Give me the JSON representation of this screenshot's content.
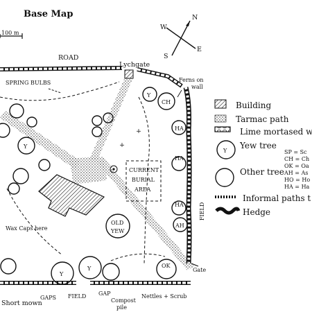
{
  "title": "Base Map",
  "scale_label": "100 m",
  "compass": {
    "n": "N",
    "s": "S",
    "e": "E",
    "w": "W"
  },
  "labels": {
    "road": "ROAD",
    "lychgate": "Lychgate",
    "ferns": "Ferns on",
    "wall": "wall",
    "spring_bulbs": "SPRING BULBS",
    "current": "CURRENT",
    "burial": "BURIAL",
    "area": "AREA",
    "field_right": "FIELD",
    "field_bottom": "FIELD",
    "wax_caps": "Wax Caps here",
    "short_mown": "Short mown",
    "gaps_1": "GAPS",
    "gaps_2": "GAP",
    "compost_1": "Compost",
    "compost_2": "pile",
    "nettles": "Nettles + Scrub",
    "gate": "Gate",
    "old_yew_1": "OLD",
    "old_yew_2": "YEW"
  },
  "tree_codes": {
    "y": "Y",
    "ch": "CH",
    "ha": "HA",
    "ah": "AH",
    "ok": "OK"
  },
  "legend": {
    "building": "Building",
    "tarmac": "Tarmac path",
    "lime": "Lime mortased wal",
    "yew": "Yew tree",
    "other": "Other tree",
    "informal": "Informal paths t",
    "hedge": "Hedge"
  },
  "key": [
    {
      "code": "SP",
      "name": "Sc"
    },
    {
      "code": "CH",
      "name": "Ch"
    },
    {
      "code": "OK",
      "name": "Oa"
    },
    {
      "code": "AH",
      "name": "As"
    },
    {
      "code": "HO",
      "name": "Ho"
    },
    {
      "code": "HA",
      "name": "Ha"
    }
  ]
}
